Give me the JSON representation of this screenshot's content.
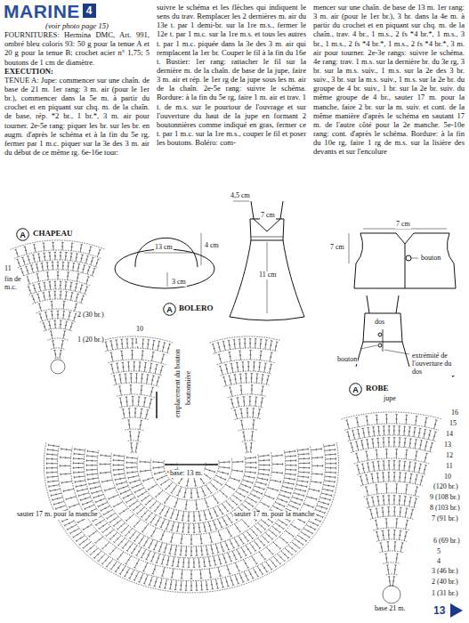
{
  "diagram": {
    "title": "MARINE",
    "nodes": [
      {
        "text": [
          "4"
        ]
      },
      {
        "text": [
          "A"
        ]
      },
      {
        "text": [
          "A"
        ]
      },
      {
        "text": [
          "A"
        ]
      }
    ],
    "labels": [
      "(voir photo page 15)",
      "FOURNITURES: Hermina DMC, Art. 991, ombré bleu coloris 93: 50 g pour la tenue A et 20 g pour la tenue B; crochet acier n° 1,75; 5 boutons de 1 cm de diamètre.",
      "EXECUTION:",
      "TENUE A: Jupe: commencer sur une chaîn. de base de 21 m. 1er rang: 3 m. air (pour le 1er br.), commencer dans la 5e m. à partir du crochet et en piquant sur chq. m. de la chaîn. de base, rép. *2 br., 1 br.*, 3 m. air pour tourner. 2e-5e rang: piquer les br. sur les br. en augm. d'après le schéma et à la fin du 5e rg, fermer par 1 m.c. piquer sur la 3e des 3 m. air du début de ce même rg. 6e-16e tour:",
      "suivre le schéma et les flèches qui indiquent le sens du trav. Remplacer les 2 dernières m. air du 13e t. par 1 demi-br. sur la 1re m.s., fermer le 12e t. par 1 m.c. sur la 1re m.s. et tous les autres t. par 1 m.c. piquée dans la 3e des 3 m. air qui remplacent la 1er br. Couper le fil à la fin du 16e t. Bustier: 1er rang: rattacher le fil sur la dernière m. de la chaîn. de base de la jupe, faire 3 m. air et rép. le 1er rg de la jupe sous les m. air de la chaîn. 2e-5e rang: suivre le schéma. Bordure: à la fin du 5e rg, faire 1 m. air et trav. 1 t. de m.s. sur le pourtour de l'ouvrage et sur l'ouverture du haut de la jupe en formant 2 boutonnières comme indiqué en gras, fermer ce t. par 1 m.c. sur la 1re m.s., couper le fil et poser les boutons. Boléro: com-",
      "mencer sur une chaîn. de base de 13 m. 1er rang: 3 m. air (pour le 1er br.), 3 br. dans la 4e m. à partir du crochet et en piquant sur chq. m. de la chaîn., trav. 4 br., 1 m.s., 2 fs *4 br.*, 1 m.s., 3 br., 1 m.s., 2 fs *4 br.*, 1 m.s., 2 fs *4 br.*, 3 m. air pour tourner. 2e-3e rangs: suivre le schéma. 4e rang: trav. 1 m.s. sur la dernière br. du 3e rg, 3 br. sur la m.s. suiv., 1 m.s. sur la 2e des 3 br. suiv., 3 br. sur la m.s. suiv., 1 m.s. sur la 2e br. du groupe de 4 br. suiv., 1 br. sur la 2e br. suiv. du même groupe de 4 br., sauter 17 m. pour la manche, faire 2 br. sur la m. suiv. et cont. de la même manière d'après le schéma en sautant 17 m. de l'autre côté pour la 2e manche. 5e-10e rang: cont. d'après le schéma. Bordure: à la fin du 10e rg, faire 1 rg de m.s. sur la lisière des devants et sur l'encolure",
      "CHAPEAU",
      "11",
      "fin de m.c.",
      "2 (30 br.)",
      "1 (20 br.)",
      "13 cm",
      "4 cm",
      "3 cm",
      "4,5 cm",
      "7 cm",
      "11 cm",
      "7 cm",
      "7 cm",
      "bouton",
      "bouton",
      "dos",
      "extrémité de l'ouverture du dos",
      "BOLERO",
      "10",
      "1",
      "emplacement du bouton",
      "boutonnière",
      "base: 13 m.",
      "sauter 17 m. pour la manche",
      "sauter 17 m. pour la manche",
      "ROBE",
      "jupe",
      "16",
      "15",
      "14",
      "13",
      "12",
      "11",
      "10",
      "(120 br.)",
      "9 (108 br.)",
      "8 (103 br.)",
      "7 (91 br.)",
      "6 (69 br.)",
      "5",
      "4",
      "3 (46 br.)",
      "2 (40 br.)",
      "1 (31 br.)",
      "base 21 m.",
      "13"
    ]
  }
}
